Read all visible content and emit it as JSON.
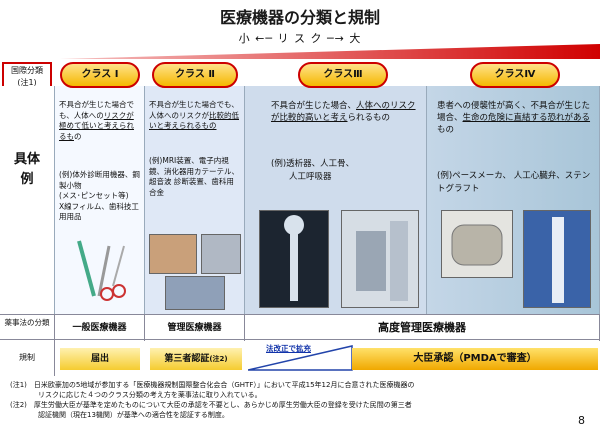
{
  "title": "医療機器の分類と規制",
  "risk_label": "小 ←─ リ ス ク ─→ 大",
  "intl_label_line1": "国際分類",
  "intl_label_line2": "(注1)",
  "classes": [
    {
      "tab": "クラス Ⅰ"
    },
    {
      "tab": "クラス Ⅱ"
    },
    {
      "tab": "クラスⅢ"
    },
    {
      "tab": "クラスⅣ"
    }
  ],
  "col1": {
    "desc1": "不具合が生じた場合でも、人体への",
    "desc_u": "リスクが極めて低いと考えられるも",
    "desc2": "の",
    "ex1": "(例)体外診断用機器、鋼製小物",
    "ex2": "(メス･ピンセット等)",
    "ex3": "X線フィルム、歯科技工用用品"
  },
  "col2": {
    "desc1": "不具合が生じた場合でも、人体へのリスクが",
    "desc_u": "比較的低いと考えられるもの",
    "ex1": "(例)MRI装置、電子内視鏡、消化器用カテーテル、超音波 診断装置、歯科用合金"
  },
  "col3": {
    "desc1": "不具合が生じた場合、",
    "desc_u": "人体へのリスクが比較的高いと考え",
    "desc2": "られるもの",
    "ex1": "(例)透析器、人工骨、",
    "ex2": "人工呼吸器"
  },
  "col4": {
    "desc1": "患者への侵襲性が高く、不具合が生じた場合、",
    "desc_u": "生命の危険に直結する恐れがある",
    "desc2": "もの",
    "ex1": "(例)ペースメーカ、 人工心臓弁、ステントグラフト"
  },
  "guti": "具体例",
  "law_label": "薬事法の分類",
  "law": {
    "c1": "一般医療機器",
    "c2": "管理医療機器",
    "c34": "高度管理医療機器"
  },
  "reg_label": "規制",
  "reg": {
    "c1": "届出",
    "c2": "第三者認証",
    "c2_note": "(注2)",
    "expand": "法改正で拡充",
    "c34": "大臣承認（PMDAで審査）"
  },
  "notes": {
    "n1": "(注1)　日米欧豪加の5地域が参加する「医療機器規制国際整合化会合（GHTF）」において平成15年12月に合意された医療機器の",
    "n1b": "リスクに応じた４つのクラス分類の考え方を薬事法に取り入れている。",
    "n2": "(注2)　厚生労働大臣が基準を定めたものについて大臣の承認を不要とし、あらかじめ厚生労働大臣の登録を受けた民間の第三者",
    "n2b": "認証機関（現在13機関）が基準への適合性を認証する制度。"
  },
  "page_num": "8"
}
